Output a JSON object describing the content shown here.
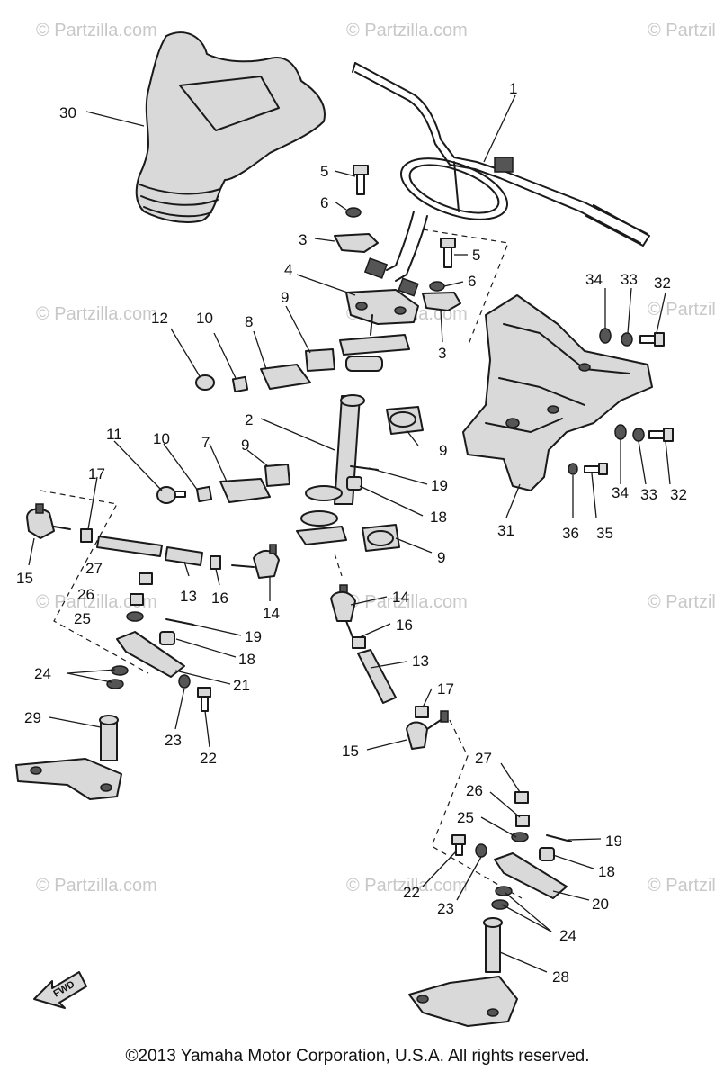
{
  "watermark": "© Partzilla.com",
  "watermarks": [
    "© Partzilla.com",
    "© Partzilla.com",
    "© Partzilla.com",
    "© Partzilla.com",
    "© Partzilla.com",
    "© Partzilla.com",
    "© Partzilla.com",
    "© Partzilla.com",
    "© Partzilla.com",
    "© Partzilla.com",
    "© Partzilla.com",
    "© Partzilla.com"
  ],
  "fwd_label": "FWD",
  "copyright": "©2013 Yamaha Motor Corporation, U.S.A. All rights reserved.",
  "callouts": [
    {
      "id": "1",
      "text": "1"
    },
    {
      "id": "2",
      "text": "2"
    },
    {
      "id": "3a",
      "text": "3"
    },
    {
      "id": "3b",
      "text": "3"
    },
    {
      "id": "4",
      "text": "4"
    },
    {
      "id": "5a",
      "text": "5"
    },
    {
      "id": "5b",
      "text": "5"
    },
    {
      "id": "6a",
      "text": "6"
    },
    {
      "id": "6b",
      "text": "6"
    },
    {
      "id": "7",
      "text": "7"
    },
    {
      "id": "8",
      "text": "8"
    },
    {
      "id": "9a",
      "text": "9"
    },
    {
      "id": "9b",
      "text": "9"
    },
    {
      "id": "9c",
      "text": "9"
    },
    {
      "id": "9d",
      "text": "9"
    },
    {
      "id": "10a",
      "text": "10"
    },
    {
      "id": "10b",
      "text": "10"
    },
    {
      "id": "11",
      "text": "11"
    },
    {
      "id": "12",
      "text": "12"
    },
    {
      "id": "13a",
      "text": "13"
    },
    {
      "id": "13b",
      "text": "13"
    },
    {
      "id": "14a",
      "text": "14"
    },
    {
      "id": "14b",
      "text": "14"
    },
    {
      "id": "15a",
      "text": "15"
    },
    {
      "id": "15b",
      "text": "15"
    },
    {
      "id": "16a",
      "text": "16"
    },
    {
      "id": "16b",
      "text": "16"
    },
    {
      "id": "17a",
      "text": "17"
    },
    {
      "id": "17b",
      "text": "17"
    },
    {
      "id": "18a",
      "text": "18"
    },
    {
      "id": "18b",
      "text": "18"
    },
    {
      "id": "18c",
      "text": "18"
    },
    {
      "id": "19a",
      "text": "19"
    },
    {
      "id": "19b",
      "text": "19"
    },
    {
      "id": "19c",
      "text": "19"
    },
    {
      "id": "20",
      "text": "20"
    },
    {
      "id": "21",
      "text": "21"
    },
    {
      "id": "22a",
      "text": "22"
    },
    {
      "id": "22b",
      "text": "22"
    },
    {
      "id": "23a",
      "text": "23"
    },
    {
      "id": "23b",
      "text": "23"
    },
    {
      "id": "24a",
      "text": "24"
    },
    {
      "id": "24b",
      "text": "24"
    },
    {
      "id": "25a",
      "text": "25"
    },
    {
      "id": "25b",
      "text": "25"
    },
    {
      "id": "26a",
      "text": "26"
    },
    {
      "id": "26b",
      "text": "26"
    },
    {
      "id": "27a",
      "text": "27"
    },
    {
      "id": "27b",
      "text": "27"
    },
    {
      "id": "28",
      "text": "28"
    },
    {
      "id": "29",
      "text": "29"
    },
    {
      "id": "30",
      "text": "30"
    },
    {
      "id": "31",
      "text": "31"
    },
    {
      "id": "32a",
      "text": "32"
    },
    {
      "id": "32b",
      "text": "32"
    },
    {
      "id": "33a",
      "text": "33"
    },
    {
      "id": "33b",
      "text": "33"
    },
    {
      "id": "34a",
      "text": "34"
    },
    {
      "id": "34b",
      "text": "34"
    },
    {
      "id": "35",
      "text": "35"
    },
    {
      "id": "36",
      "text": "36"
    }
  ]
}
